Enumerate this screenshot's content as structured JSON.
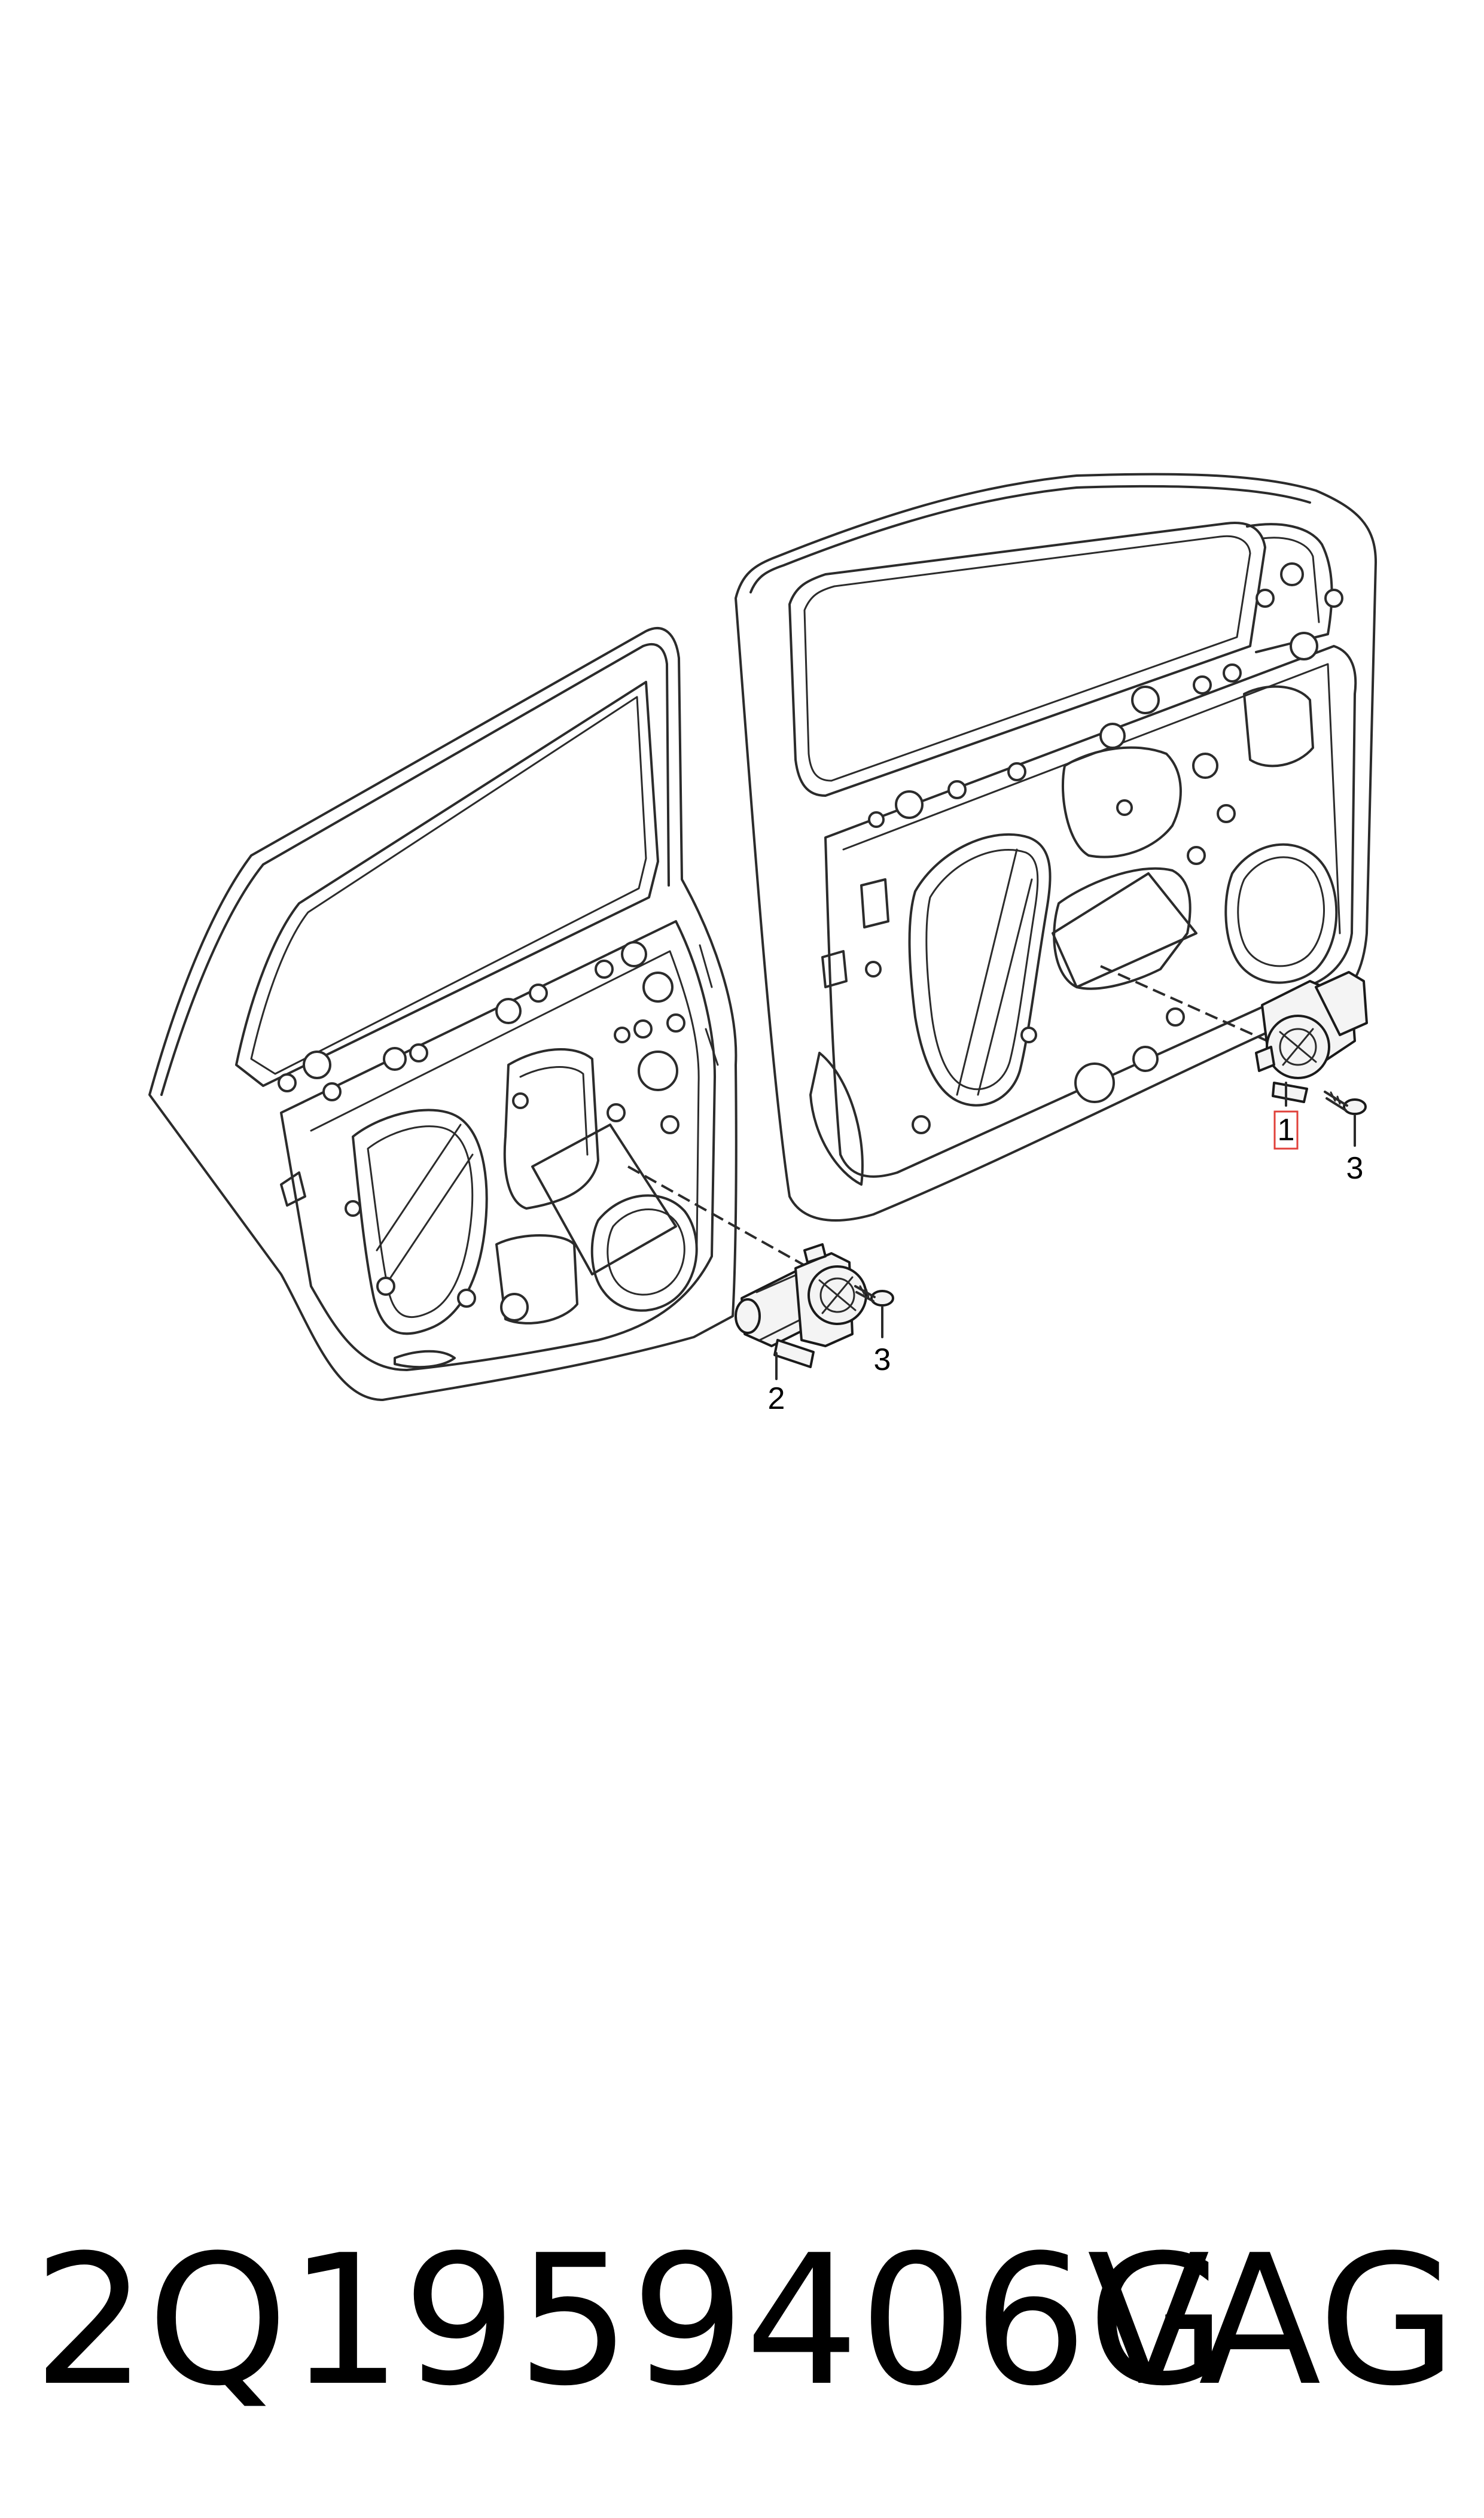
{
  "callouts": {
    "front_motor": "1",
    "rear_motor": "2",
    "screw_front": "3",
    "screw_rear": "3"
  },
  "footer": {
    "part_number": "2Q1959406G",
    "brand": "VAG"
  },
  "colors": {
    "line": "#2b2b2b",
    "highlight": "#e0403a",
    "background": "#ffffff"
  }
}
